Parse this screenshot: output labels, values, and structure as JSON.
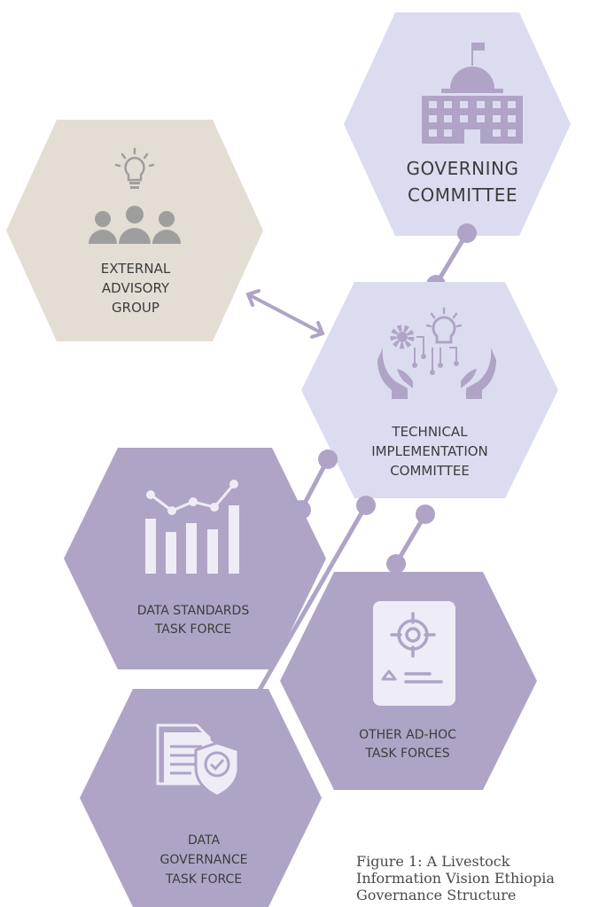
{
  "colors": {
    "governing": "#dcdcf0",
    "technical": "#dcdcf0",
    "external": "#e4ddd4",
    "taskforce": "#afa4c6",
    "connector": "#afa4c6",
    "icon_dark": "#afa4c6",
    "icon_light": "#eeecf6",
    "icon_gray": "#9e9e9e",
    "text_dark": "#3c3c3c",
    "text_light": "#ffffff"
  },
  "nodes": {
    "governing": {
      "line1": "GOVERNING",
      "line2": "COMMITTEE",
      "icon": "government-building-icon"
    },
    "external": {
      "line1": "EXTERNAL",
      "line2": "ADVISORY",
      "line3": "GROUP",
      "icon": "advisory-people-icon"
    },
    "technical": {
      "line1": "TECHNICAL",
      "line2": "IMPLEMENTATION",
      "line3": "COMMITTEE",
      "icon": "hands-gear-bulb-icon"
    },
    "data_standards": {
      "line1": "DATA STANDARDS",
      "line2": "TASK FORCE",
      "icon": "bar-chart-icon"
    },
    "other_adhoc": {
      "line1": "OTHER AD-HOC",
      "line2": "TASK FORCES",
      "icon": "target-document-icon"
    },
    "data_governance": {
      "line1": "DATA",
      "line2": "GOVERNANCE",
      "line3": "TASK FORCE",
      "icon": "document-shield-icon"
    }
  },
  "caption": {
    "line1": "Figure 1: A Livestock",
    "line2": "Information Vision Ethiopia",
    "line3": "Governance Structure"
  }
}
